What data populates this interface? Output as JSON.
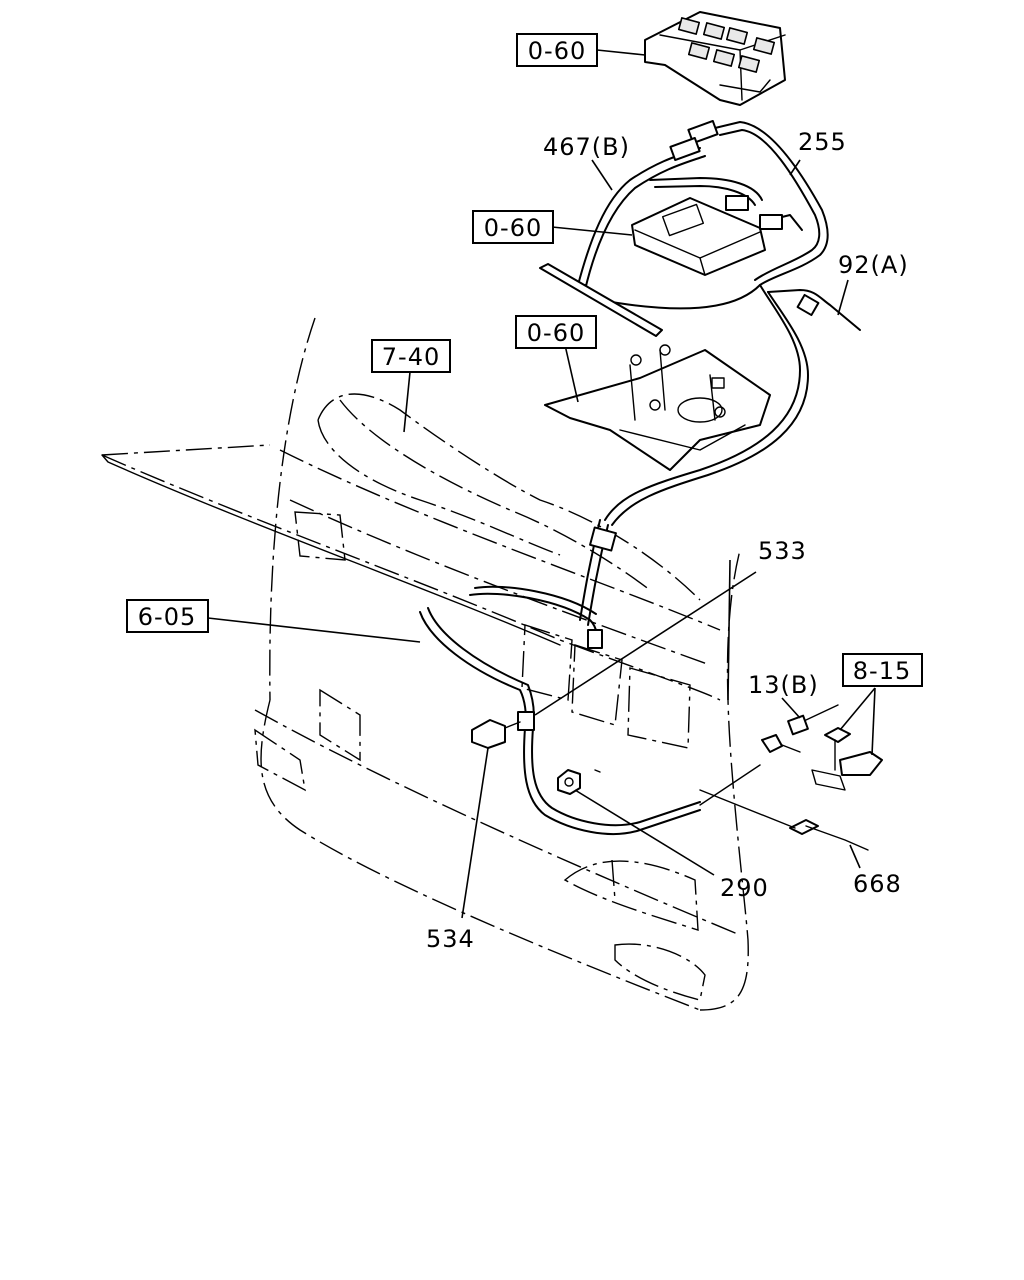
{
  "labels": {
    "ref_top": "0-60",
    "part_467b": "467(B)",
    "part_255": "255",
    "ref_ecu": "0-60",
    "part_92a": "92(A)",
    "ref_bracket": "0-60",
    "ref_7_40": "7-40",
    "part_533": "533",
    "ref_6_05": "6-05",
    "ref_8_15": "8-15",
    "part_13b": "13(B)",
    "part_290": "290",
    "part_668": "668",
    "part_534": "534"
  }
}
